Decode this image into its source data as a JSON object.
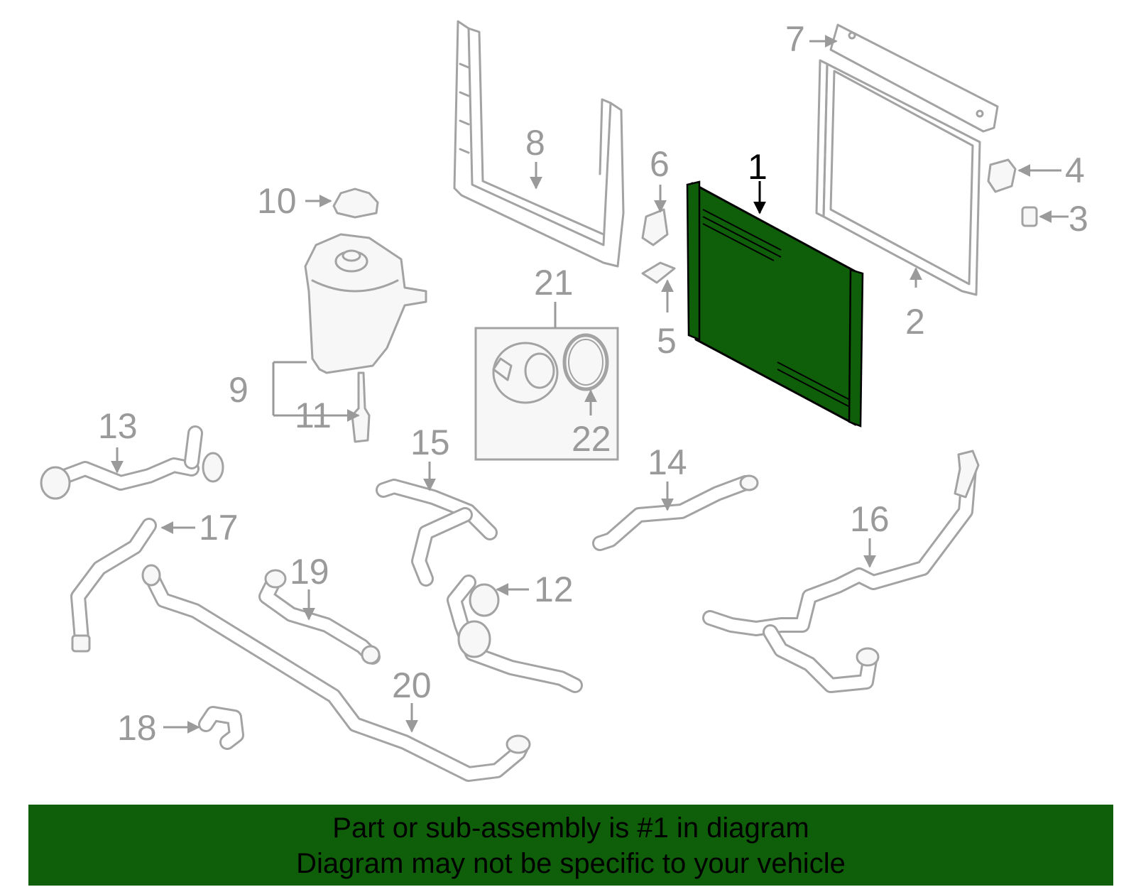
{
  "highlight_color": "#0f5f0a",
  "callouts": {
    "c1": "1",
    "c2": "2",
    "c3": "3",
    "c4": "4",
    "c5": "5",
    "c6": "6",
    "c7": "7",
    "c8": "8",
    "c9": "9",
    "c10": "10",
    "c11": "11",
    "c12": "12",
    "c13": "13",
    "c14": "14",
    "c15": "15",
    "c16": "16",
    "c17": "17",
    "c18": "18",
    "c19": "19",
    "c20": "20",
    "c21": "21",
    "c22": "22"
  },
  "banner": {
    "line1": "Part or sub-assembly is #1 in diagram",
    "line2": "Diagram may not be specific to your vehicle"
  }
}
